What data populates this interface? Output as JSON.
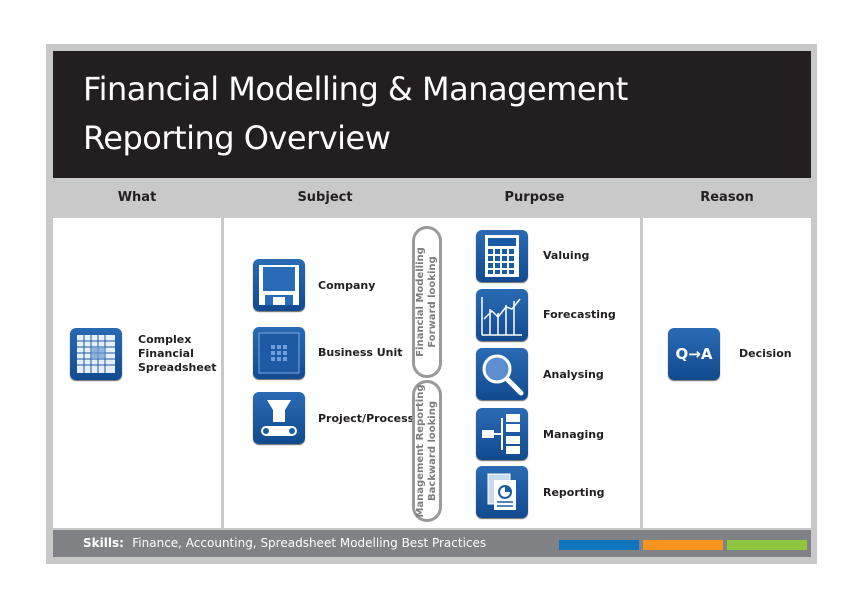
{
  "title": {
    "line1": "Financial Modelling & Management",
    "line2": "Reporting Overview"
  },
  "columns": {
    "what": "What",
    "subject": "Subject",
    "purpose": "Purpose",
    "reason": "Reason"
  },
  "what": {
    "label_lines": [
      "Complex",
      "Financial",
      "Spreadsheet"
    ],
    "icon": "spreadsheet-icon"
  },
  "subject": {
    "items": [
      {
        "label": "Company",
        "icon": "company-icon"
      },
      {
        "label": "Business Unit",
        "icon": "business-unit-icon"
      },
      {
        "label": "Project/Process",
        "icon": "project-process-icon"
      }
    ]
  },
  "pills": {
    "top": {
      "line1": "Financial Modelling",
      "line2": "Forward looking"
    },
    "bottom": {
      "line1": "Management Reporting",
      "line2": "Backward looking"
    }
  },
  "purpose": {
    "items": [
      {
        "label": "Valuing",
        "icon": "calculator-icon"
      },
      {
        "label": "Forecasting",
        "icon": "forecast-chart-icon"
      },
      {
        "label": "Analysing",
        "icon": "magnifier-icon"
      },
      {
        "label": "Managing",
        "icon": "org-chart-icon"
      },
      {
        "label": "Reporting",
        "icon": "report-pages-icon"
      }
    ]
  },
  "reason": {
    "label": "Decision",
    "icon_text": "Q→A",
    "icon": "question-answer-icon"
  },
  "footer": {
    "skills_label": "Skills:",
    "skills_text": "Finance, Accounting, Spreadsheet Modelling Best Practices",
    "bar_colors": [
      "#0f75bc",
      "#f7941d",
      "#8dc63f"
    ]
  },
  "colors": {
    "title_bg": "#231f20",
    "frame": "#c9c9c9",
    "icon_blue": "#1a5ba6",
    "footer_bg": "#808285"
  }
}
